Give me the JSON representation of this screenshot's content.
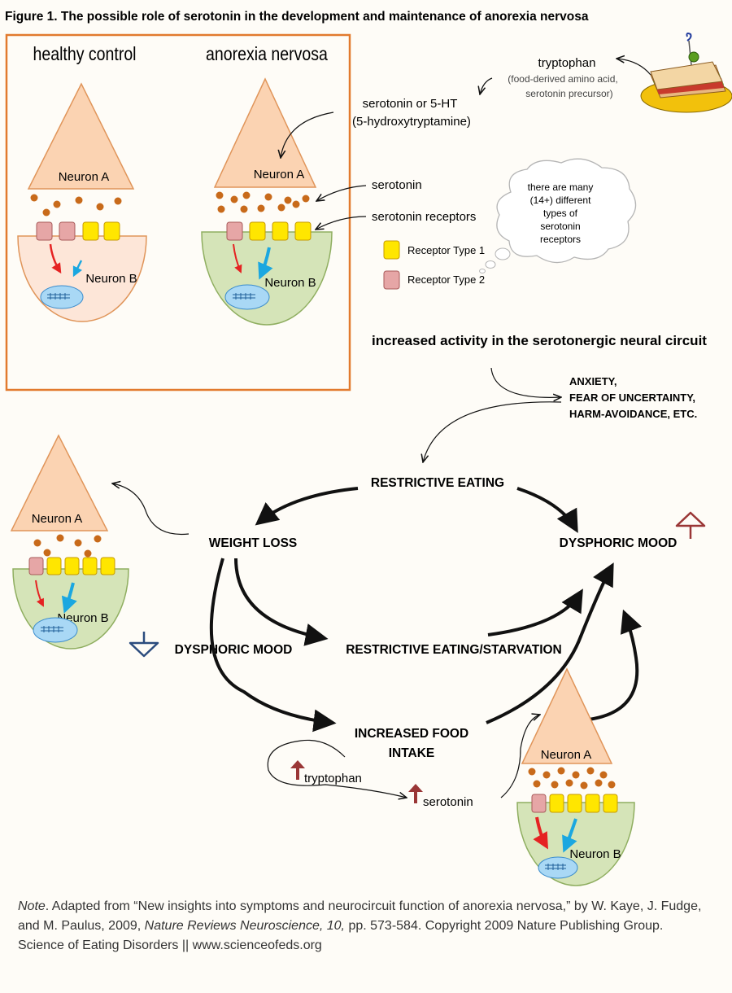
{
  "figure_title": "Figure 1. The possible role of serotonin in the development and maintenance of anorexia nervosa",
  "panel": {
    "healthy_label": "healthy control",
    "anorexia_label": "anorexia nervosa"
  },
  "neuron_a_label": "Neuron A",
  "neuron_b_label": "Neuron B",
  "tryptophan": {
    "title": "tryptophan",
    "desc_line1": "(food-derived amino acid,",
    "desc_line2": "serotonin precursor)"
  },
  "serotonin_5ht": {
    "line1": "serotonin or 5-HT",
    "line2": "(5-hydroxytryptamine)"
  },
  "labels": {
    "serotonin": "serotonin",
    "receptors": "serotonin receptors",
    "receptor_type1": "Receptor Type 1",
    "receptor_type2": "Receptor Type 2"
  },
  "thought_bubble": [
    "there are many",
    "(14+)  different",
    "types of",
    "serotonin",
    "receptors"
  ],
  "circuit_heading": "increased activity in the serotonergic neural circuit",
  "anxiety": [
    "ANXIETY,",
    "FEAR OF UNCERTAINTY,",
    "HARM-AVOIDANCE, ETC."
  ],
  "cycle": {
    "restrictive_eating": "RESTRICTIVE EATING",
    "weight_loss": "WEIGHT LOSS",
    "dysphoric_mood_up": "DYSPHORIC MOOD",
    "dysphoric_mood_down": "DYSPHORIC MOOD",
    "starvation": "RESTRICTIVE EATING/STARVATION",
    "increased_food_line1": "INCREASED FOOD",
    "increased_food_line2": "INTAKE",
    "tryptophan": "tryptophan",
    "serotonin": "serotonin"
  },
  "caption": {
    "note_label": "Note",
    "note_part1": ". Adapted from “New insights into symptoms and neurocircuit function of anorexia nervosa,” by W. Kaye, J. Fudge, and M. Paulus, 2009, ",
    "journal": "Nature Reviews Neuroscience, 10,",
    "note_part2": " pp. 573-584. Copyright 2009 Nature Publishing Group.",
    "site": "Science of Eating Disorders || www.scienceofeds.org"
  },
  "colors": {
    "neuron_a_fill": "#fbd3b2",
    "neuron_a_stroke": "#e0955a",
    "neuron_b_healthy": "#fde6d8",
    "neuron_b_anorexia": "#d5e4b8",
    "serotonin_dot": "#c86a1a",
    "receptor_type1": "#ffe600",
    "receptor_type2": "#e6a6a6",
    "red_arrow": "#e52222",
    "blue_arrow": "#1ba7e0",
    "panel_border": "#e27a2e",
    "up_arrow": "#9a3636",
    "down_arrow": "#2b4c7e",
    "nucleus": "#a9d8f5"
  }
}
